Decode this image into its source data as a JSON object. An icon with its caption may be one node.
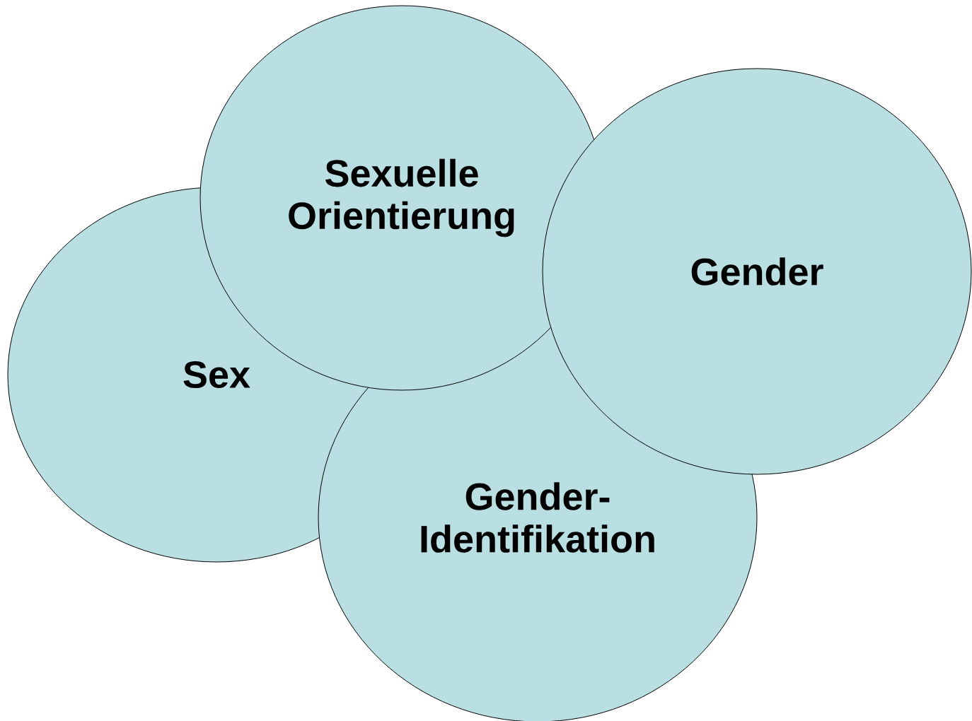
{
  "diagram": {
    "nodes": [
      {
        "text": [
          "Sexuelle Orientierung"
        ]
      },
      {
        "text": [
          "Gender"
        ]
      },
      {
        "text": [
          "Sex"
        ]
      },
      {
        "text": [
          "Gender- Identifikation"
        ]
      }
    ]
  }
}
